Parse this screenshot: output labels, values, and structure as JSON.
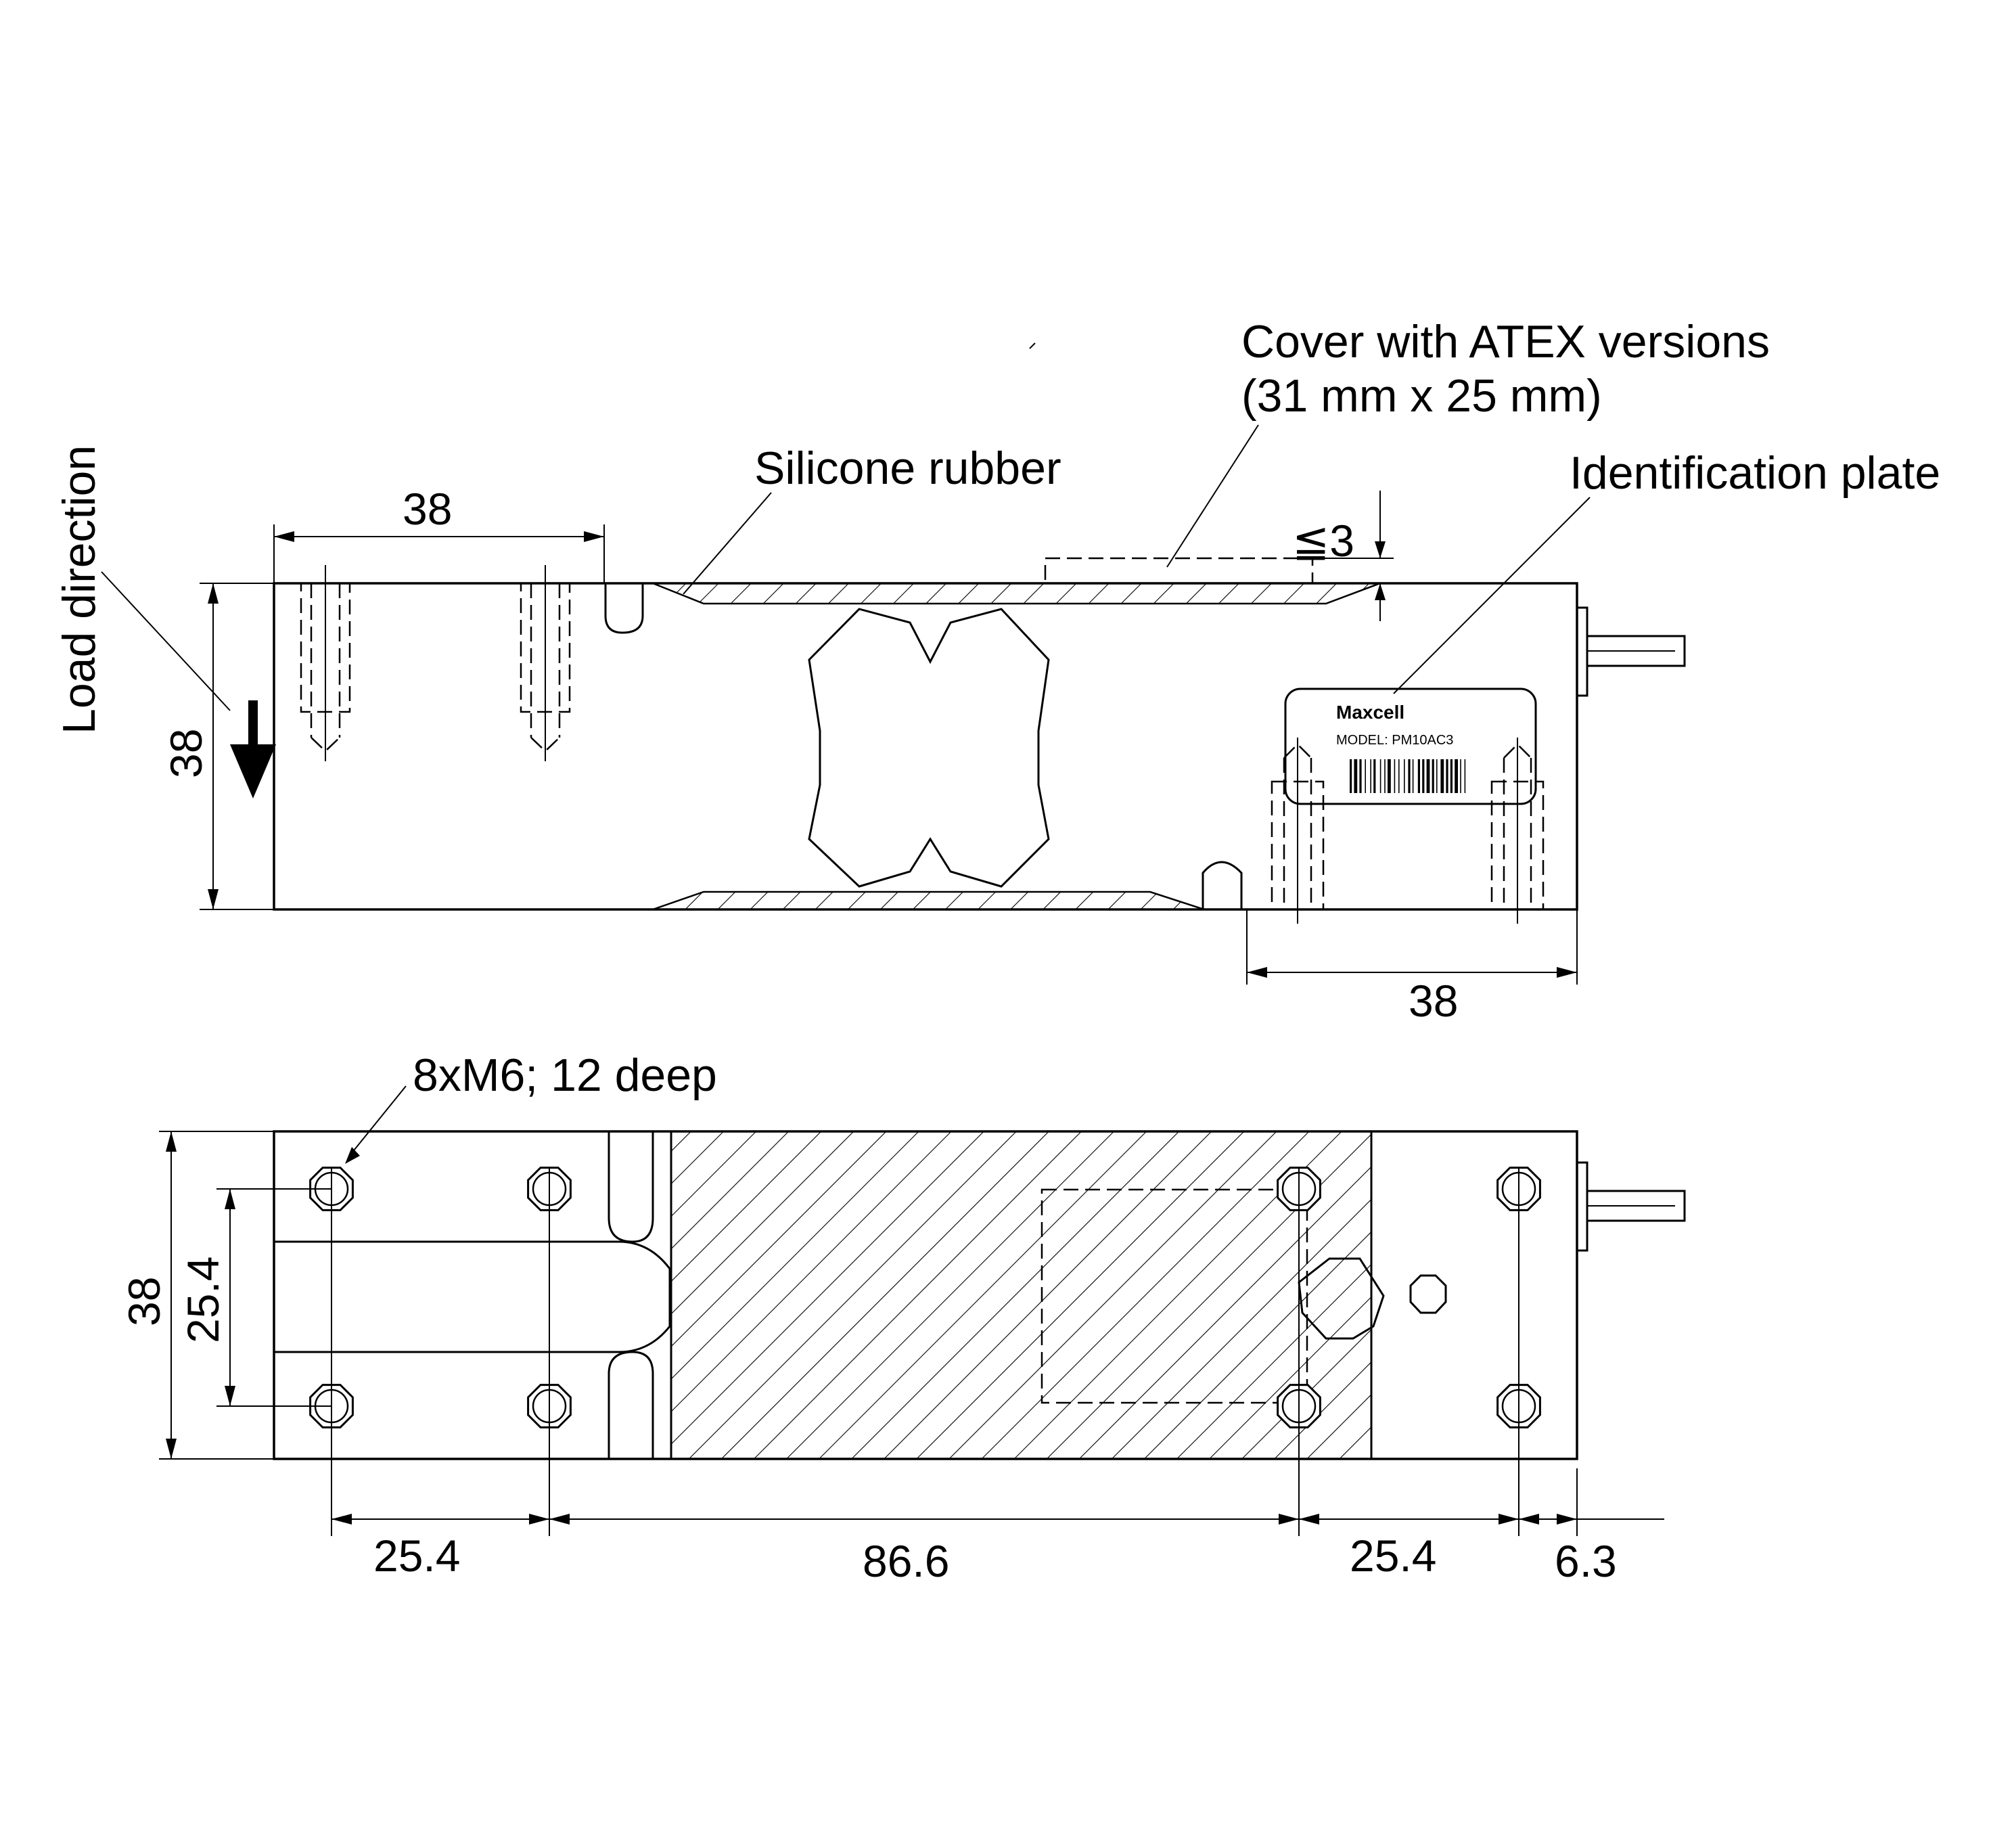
{
  "labels": {
    "cover_line1": "Cover with ATEX versions",
    "cover_line2": "(31 mm x 25 mm)",
    "silicone": "Silicone rubber",
    "id_plate": "Identification plate",
    "load_direction": "Load direction",
    "threads": "8xM6; 12 deep"
  },
  "plate": {
    "brand": "Maxcell",
    "model": "MODEL: PM10AC3"
  },
  "dimensions": {
    "top_left_width": "38",
    "top_height": "38",
    "cover_max": "≦3",
    "top_right_width": "38",
    "bottom_height": "38",
    "bottom_hole_spacing": "25.4",
    "bottom_left_span": "25.4",
    "bottom_mid_span": "86.6",
    "bottom_right_span": "25.4",
    "bottom_end": "6.3"
  },
  "colors": {
    "line": "#000000",
    "background": "#ffffff"
  }
}
